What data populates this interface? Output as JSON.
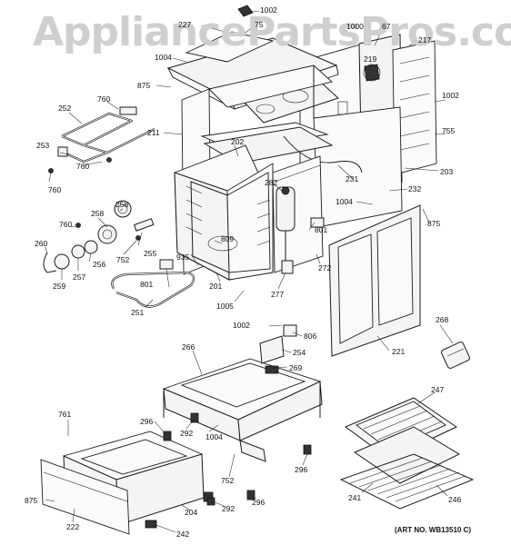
{
  "watermark": "AppliancePartsPros.com",
  "art_number": "(ART NO. WB13510 C)",
  "labels": [
    {
      "id": "1002a",
      "text": "1002"
    },
    {
      "id": "227",
      "text": "227"
    },
    {
      "id": "75",
      "text": "75"
    },
    {
      "id": "1004a",
      "text": "1004"
    },
    {
      "id": "875a",
      "text": "875"
    },
    {
      "id": "1000",
      "text": "1000"
    },
    {
      "id": "67",
      "text": "67"
    },
    {
      "id": "219",
      "text": "219"
    },
    {
      "id": "217",
      "text": "217"
    },
    {
      "id": "1002b",
      "text": "1002"
    },
    {
      "id": "755",
      "text": "755"
    },
    {
      "id": "760a",
      "text": "760"
    },
    {
      "id": "252",
      "text": "252"
    },
    {
      "id": "211",
      "text": "211"
    },
    {
      "id": "202",
      "text": "202"
    },
    {
      "id": "253",
      "text": "253"
    },
    {
      "id": "760b",
      "text": "760"
    },
    {
      "id": "760c",
      "text": "760"
    },
    {
      "id": "231",
      "text": "231"
    },
    {
      "id": "203",
      "text": "203"
    },
    {
      "id": "282",
      "text": "282"
    },
    {
      "id": "232",
      "text": "232"
    },
    {
      "id": "1004b",
      "text": "1004"
    },
    {
      "id": "875b",
      "text": "875"
    },
    {
      "id": "258a",
      "text": "258"
    },
    {
      "id": "258b",
      "text": "258"
    },
    {
      "id": "760d",
      "text": "760"
    },
    {
      "id": "809",
      "text": "809"
    },
    {
      "id": "801a",
      "text": "801"
    },
    {
      "id": "260",
      "text": "260"
    },
    {
      "id": "255",
      "text": "255"
    },
    {
      "id": "752a",
      "text": "752"
    },
    {
      "id": "256",
      "text": "256"
    },
    {
      "id": "257",
      "text": "257"
    },
    {
      "id": "935",
      "text": "935"
    },
    {
      "id": "272",
      "text": "272"
    },
    {
      "id": "259",
      "text": "259"
    },
    {
      "id": "801b",
      "text": "801"
    },
    {
      "id": "201",
      "text": "201"
    },
    {
      "id": "277",
      "text": "277"
    },
    {
      "id": "1005",
      "text": "1005"
    },
    {
      "id": "251",
      "text": "251"
    },
    {
      "id": "1002c",
      "text": "1002"
    },
    {
      "id": "806",
      "text": "806"
    },
    {
      "id": "268",
      "text": "268"
    },
    {
      "id": "254",
      "text": "254"
    },
    {
      "id": "221",
      "text": "221"
    },
    {
      "id": "266",
      "text": "266"
    },
    {
      "id": "269",
      "text": "269"
    },
    {
      "id": "247",
      "text": "247"
    },
    {
      "id": "761",
      "text": "761"
    },
    {
      "id": "296a",
      "text": "296"
    },
    {
      "id": "292a",
      "text": "292"
    },
    {
      "id": "1004c",
      "text": "1004"
    },
    {
      "id": "296b",
      "text": "296"
    },
    {
      "id": "752b",
      "text": "752"
    },
    {
      "id": "875c",
      "text": "875"
    },
    {
      "id": "292b",
      "text": "292"
    },
    {
      "id": "296c",
      "text": "296"
    },
    {
      "id": "241",
      "text": "241"
    },
    {
      "id": "246",
      "text": "246"
    },
    {
      "id": "204",
      "text": "204"
    },
    {
      "id": "222",
      "text": "222"
    },
    {
      "id": "242",
      "text": "242"
    }
  ]
}
